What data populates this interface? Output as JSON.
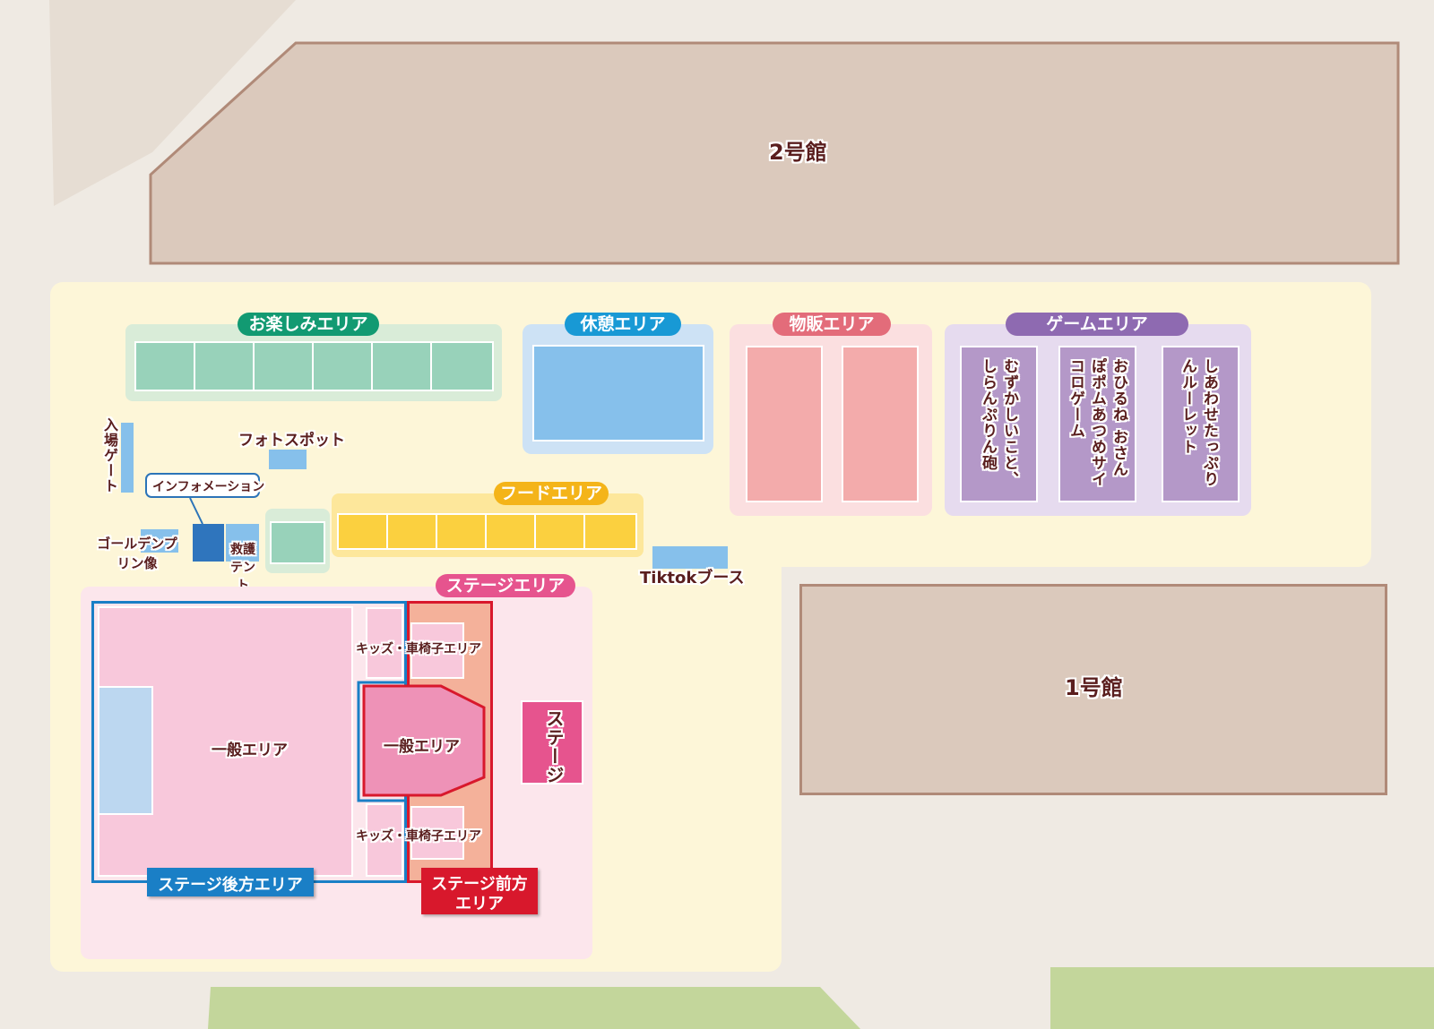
{
  "buildings": {
    "bldg2": "2号館",
    "bldg1": "1号館"
  },
  "zones": {
    "fun_area": "お楽しみエリア",
    "rest_area": "休憩エリア",
    "goods_area": "物販エリア",
    "game_area": "ゲームエリア",
    "food_area": "フードエリア",
    "stage_area": "ステージエリア"
  },
  "games": {
    "game1": "むずかしいこと、しらんぷりん砲",
    "game2": "おひるね おさんぽポムあつめサイコロゲーム",
    "game3": "しあわせたっぷりんルーレット"
  },
  "facilities": {
    "entrance_gate": "入場ゲート",
    "photo_spot": "フォトスポット",
    "information": "インフォメーション",
    "golden_pudding": "ゴールデンプリン像",
    "first_aid_tent": "救護テント",
    "tiktok_booth": "Tiktokブース"
  },
  "stage": {
    "stage": "ステージ",
    "general_area_rear": "一般エリア",
    "general_area_front": "一般エリア",
    "kids_area_top": "キッズ・車椅子エリア",
    "kids_area_bottom": "キッズ・車椅子エリア",
    "rear_area": "ステージ後方エリア",
    "front_area_line1": "ステージ前方",
    "front_area_line2": "エリア"
  },
  "colors": {
    "building": "#dbc9bc",
    "building_border": "#b08a78",
    "event_ground": "#fdf6d8",
    "stage_ground": "#fce6ec",
    "green": "#c3d69b",
    "fun": "#129a72",
    "rest": "#1899d5",
    "goods": "#e36c7a",
    "game": "#8e6ab1",
    "food": "#f4b419",
    "stage_pill": "#e6548e",
    "rear_blue": "#1a7fc6",
    "front_red": "#d8182c"
  }
}
